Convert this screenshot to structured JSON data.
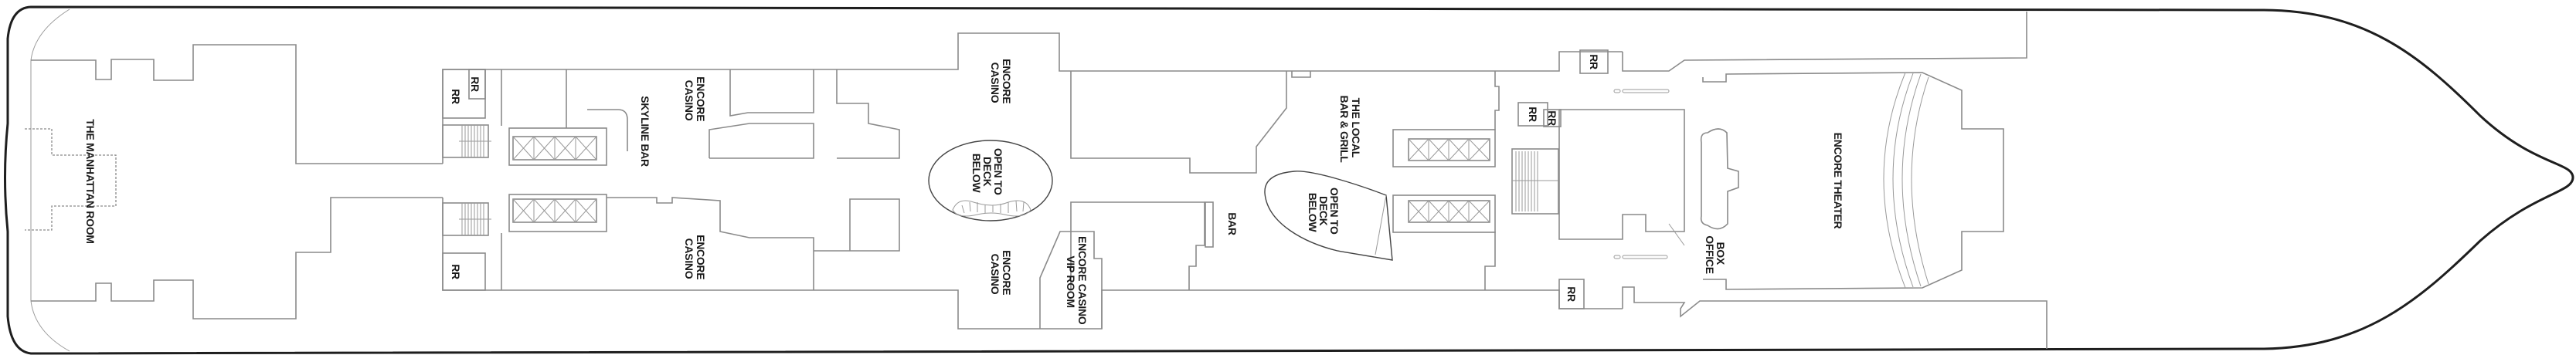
{
  "deck_plan": {
    "labels": {
      "manhattan_room": "THE MANHATTAN ROOM",
      "rr": "RR",
      "encore_casino_line1": "ENCORE",
      "encore_casino_line2": "CASINO",
      "skyline_bar": "SKYLINE BAR",
      "open_to_deck_below_line1": "OPEN TO",
      "open_to_deck_below_line2": "DECK",
      "open_to_deck_below_line3": "BELOW",
      "vip_room_line1": "ENCORE CASINO",
      "vip_room_line2": "VIP ROOM",
      "bar": "BAR",
      "the_local_line1": "THE LOCAL",
      "the_local_line2": "BAR & GRILL",
      "box_office_line1": "BOX",
      "box_office_line2": "OFFICE",
      "encore_theater": "ENCORE THEATER"
    },
    "colors": {
      "hull": "#1e1e1e",
      "walls": "#8a8a8a",
      "text": "#1a1a1a"
    }
  }
}
